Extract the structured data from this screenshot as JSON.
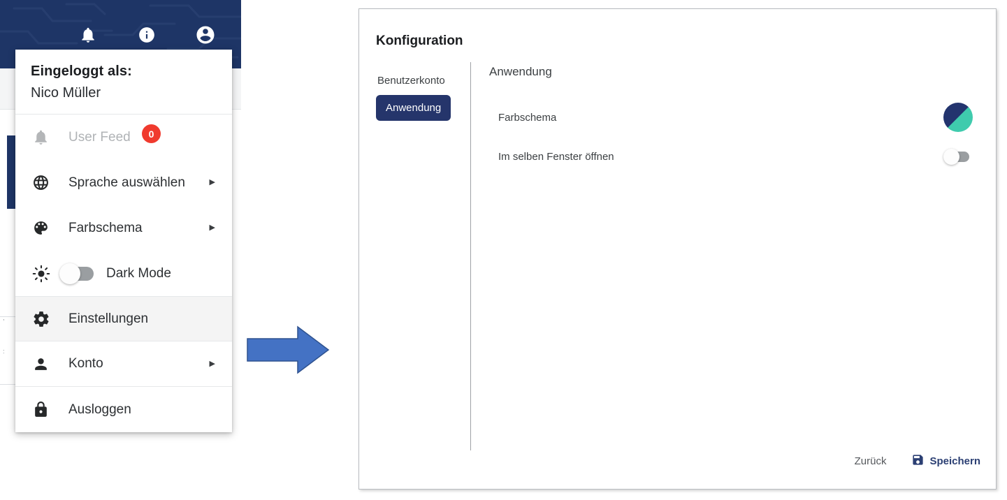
{
  "app_header": {
    "icons": [
      {
        "name": "notifications-bell-icon",
        "label": "bell-icon"
      },
      {
        "name": "info-icon",
        "label": "info-icon"
      },
      {
        "name": "account-circle-icon",
        "label": "account-icon"
      }
    ]
  },
  "dropdown": {
    "logged_in_label": "Eingeloggt als:",
    "user_name": "Nico Müller",
    "items": [
      {
        "icon": "bell-icon",
        "label": "User Feed",
        "badge": "0",
        "disabled": true,
        "chevron": false
      },
      {
        "icon": "globe-icon",
        "label": "Sprache auswählen",
        "badge": null,
        "disabled": false,
        "chevron": true
      },
      {
        "icon": "palette-icon",
        "label": "Farbschema",
        "badge": null,
        "disabled": false,
        "chevron": true
      },
      {
        "icon": "sun-icon",
        "label": "Dark Mode",
        "badge": null,
        "disabled": false,
        "chevron": false,
        "toggle": "off"
      },
      {
        "icon": "gear-icon",
        "label": "Einstellungen",
        "badge": null,
        "disabled": false,
        "chevron": false,
        "hovered": true
      },
      {
        "icon": "person-icon",
        "label": "Konto",
        "badge": null,
        "disabled": false,
        "chevron": true
      },
      {
        "icon": "lock-icon",
        "label": "Ausloggen",
        "badge": null,
        "disabled": false,
        "chevron": false
      }
    ]
  },
  "arrow": {
    "name": "flow-arrow-right",
    "fill": "#4472c4",
    "stroke": "#2f528f"
  },
  "dialog": {
    "title": "Konfiguration",
    "tabs": [
      {
        "label": "Benutzerkonto",
        "active": false
      },
      {
        "label": "Anwendung",
        "active": true
      }
    ],
    "content_heading": "Anwendung",
    "settings": [
      {
        "label": "Farbschema",
        "control": "color-swatch",
        "value": "navy-teal"
      },
      {
        "label": "Im selben Fenster öffnen",
        "control": "toggle",
        "value": "off"
      }
    ],
    "footer": {
      "back_label": "Zurück",
      "save_label": "Speichern",
      "save_icon": "save-disk-icon"
    }
  },
  "colors": {
    "header_navy": "#1e3566",
    "active_tab_navy": "#25356b",
    "badge_red": "#f03a2e",
    "swatch_navy": "#23346e",
    "swatch_teal": "#3fcbad",
    "arrow_blue": "#4472c4",
    "save_blue": "#2b3f73"
  }
}
